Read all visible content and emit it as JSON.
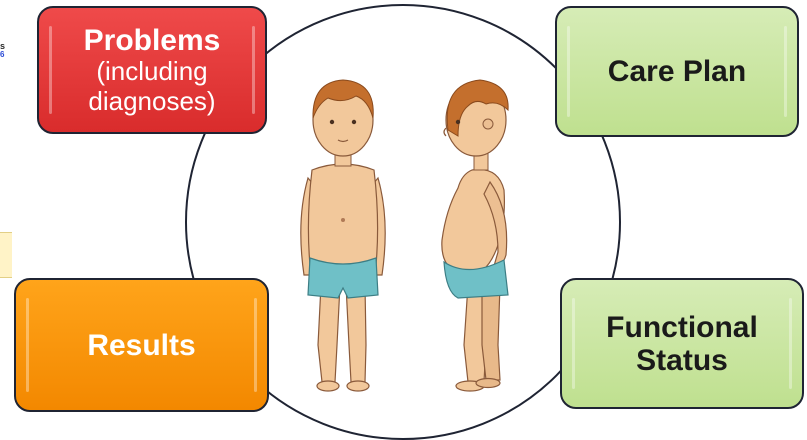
{
  "diagram": {
    "cards": {
      "problems": {
        "title": "Problems",
        "subtitle_lines": [
          "(including",
          "diagnoses)"
        ]
      },
      "care_plan": {
        "title": "Care Plan"
      },
      "results": {
        "title": "Results"
      },
      "functional_status": {
        "title_lines": [
          "Functional",
          "Status"
        ]
      }
    },
    "left_edge_fragment": {
      "text": "s",
      "link": "6"
    },
    "colors": {
      "problems": "#e23b3b",
      "care_plan": "#cbe6a3",
      "results": "#f7940b",
      "functional_status": "#cbe6a3",
      "circle_stroke": "#1f2433",
      "skin": "#f2c89b",
      "hair": "#c46f2d",
      "shorts": "#6fc0c7"
    },
    "icons": [
      "child-front-view-icon",
      "child-side-view-icon"
    ]
  }
}
